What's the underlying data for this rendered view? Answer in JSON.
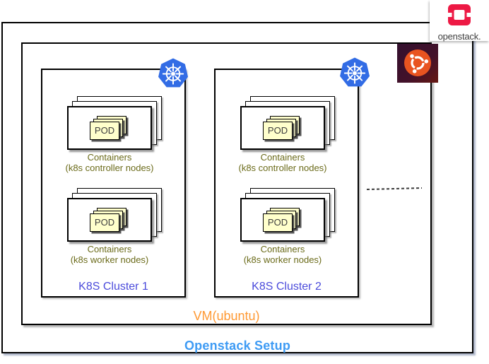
{
  "diagram": {
    "outer_label": "Openstack Setup",
    "vm_label": "VM(ubuntu)"
  },
  "openstack_logo": {
    "caption": "openstack."
  },
  "clusters": [
    {
      "name": "K8S Cluster 1",
      "stacks": [
        {
          "pod": "POD",
          "caption_line1": "Containers",
          "caption_line2": "(k8s controller nodes)"
        },
        {
          "pod": "POD",
          "caption_line1": "Containers",
          "caption_line2": "(k8s worker nodes)"
        }
      ]
    },
    {
      "name": "K8S Cluster 2",
      "stacks": [
        {
          "pod": "POD",
          "caption_line1": "Containers",
          "caption_line2": "(k8s controller nodes)"
        },
        {
          "pod": "POD",
          "caption_line1": "Containers",
          "caption_line2": "(k8s worker nodes)"
        }
      ]
    }
  ],
  "icons": {
    "kubernetes": "kubernetes-logo",
    "ubuntu": "ubuntu-logo",
    "openstack": "openstack-logo"
  },
  "colors": {
    "outer_label": "#3e9bf4",
    "vm_label": "#ff9933",
    "cluster_label": "#4b4bdb",
    "caption_text": "#6b6b1a",
    "kubernetes_blue": "#326ce5",
    "openstack_red": "#ed1944",
    "ubuntu_orange": "#e95420",
    "pod_fill": "#ffffcc"
  }
}
